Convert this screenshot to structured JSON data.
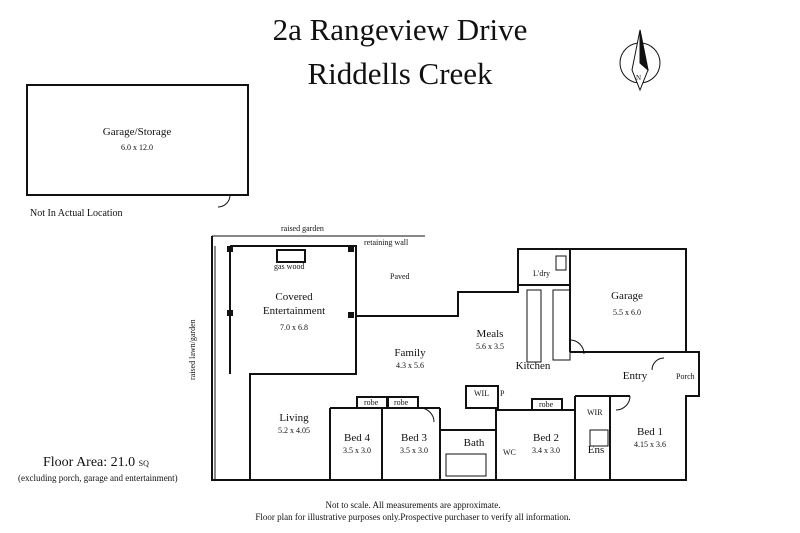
{
  "title": {
    "line1": "2a Rangeview Drive",
    "line2": "Riddells Creek"
  },
  "detached": {
    "name": "Garage/Storage",
    "dim": "6.0 x 12.0",
    "note": "Not In Actual Location"
  },
  "labels": {
    "raised_garden": "raised garden",
    "retaining_wall": "retaining wall",
    "raised_lawn": "raised lawn/garden",
    "gas_wood": "gas wood",
    "paved": "Paved",
    "ldry": "L'dry",
    "wil": "WIL",
    "p": "P",
    "robe1": "robe",
    "robe2": "robe",
    "robe3": "robe",
    "wir": "WIR",
    "wc": "WC"
  },
  "rooms": {
    "covered_line1": "Covered",
    "covered_line2": "Entertainment",
    "covered_dim": "7.0 x 6.8",
    "garage": "Garage",
    "garage_dim": "5.5 x 6.0",
    "meals": "Meals",
    "meals_dim": "5.6 x 3.5",
    "family": "Family",
    "family_dim": "4.3 x 5.6",
    "kitchen": "Kitchen",
    "entry": "Entry",
    "porch": "Porch",
    "living": "Living",
    "living_dim": "5.2 x 4.05",
    "bed4": "Bed 4",
    "bed4_dim": "3.5 x 3.0",
    "bed3": "Bed 3",
    "bed3_dim": "3.5 x 3.0",
    "bath": "Bath",
    "bed2": "Bed 2",
    "bed2_dim": "3.4 x 3.0",
    "ens": "Ens",
    "bed1": "Bed 1",
    "bed1_dim": "4.15 x 3.6"
  },
  "floor_area": {
    "label": "Floor Area: 21.0",
    "unit": "SQ",
    "note": "(excluding porch, garage and entertainment)"
  },
  "disclaimer": {
    "line1": "Not to scale. All measurements are approximate.",
    "line2": "Floor plan for illustrative purposes only.Prospective purchaser to verify all information."
  },
  "compass": {
    "icon": "compass-north-icon",
    "letter": "N"
  }
}
